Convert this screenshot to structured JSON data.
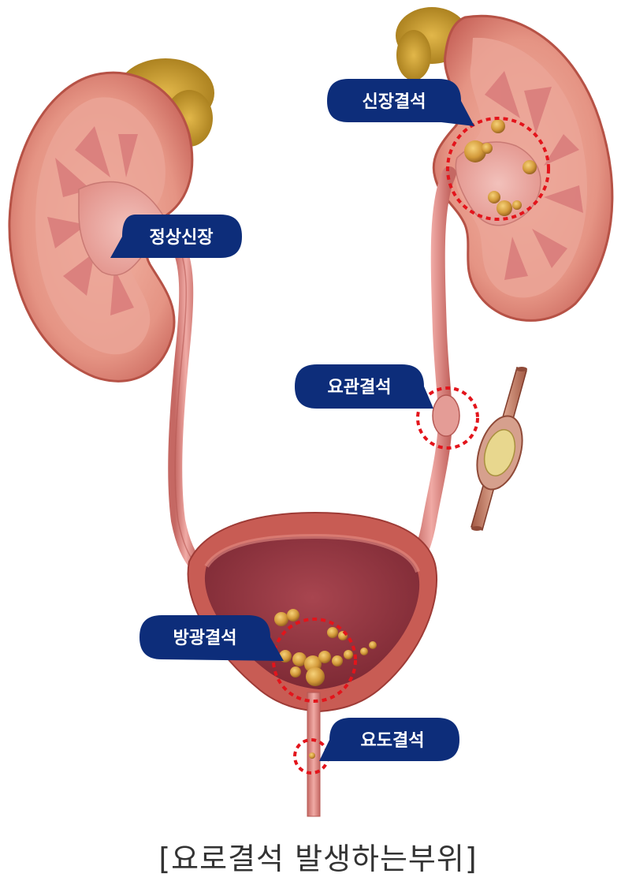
{
  "labels": {
    "normal_kidney": "정상신장",
    "kidney_stone": "신장결석",
    "ureter_stone": "요관결석",
    "bladder_stone": "방광결석",
    "urethra_stone": "요도결석"
  },
  "caption": "[요로결석 발생하는부위]",
  "colors": {
    "label_bubble": "#0d2d7a",
    "highlight_circle": "#e3141b",
    "kidney_outer": "#d06a5e",
    "kidney_inner": "#e69a8c",
    "ureter": "#d97f7b",
    "bladder": "#c85c54",
    "stone": "#d9a040",
    "adrenal": "#c99a2e"
  }
}
